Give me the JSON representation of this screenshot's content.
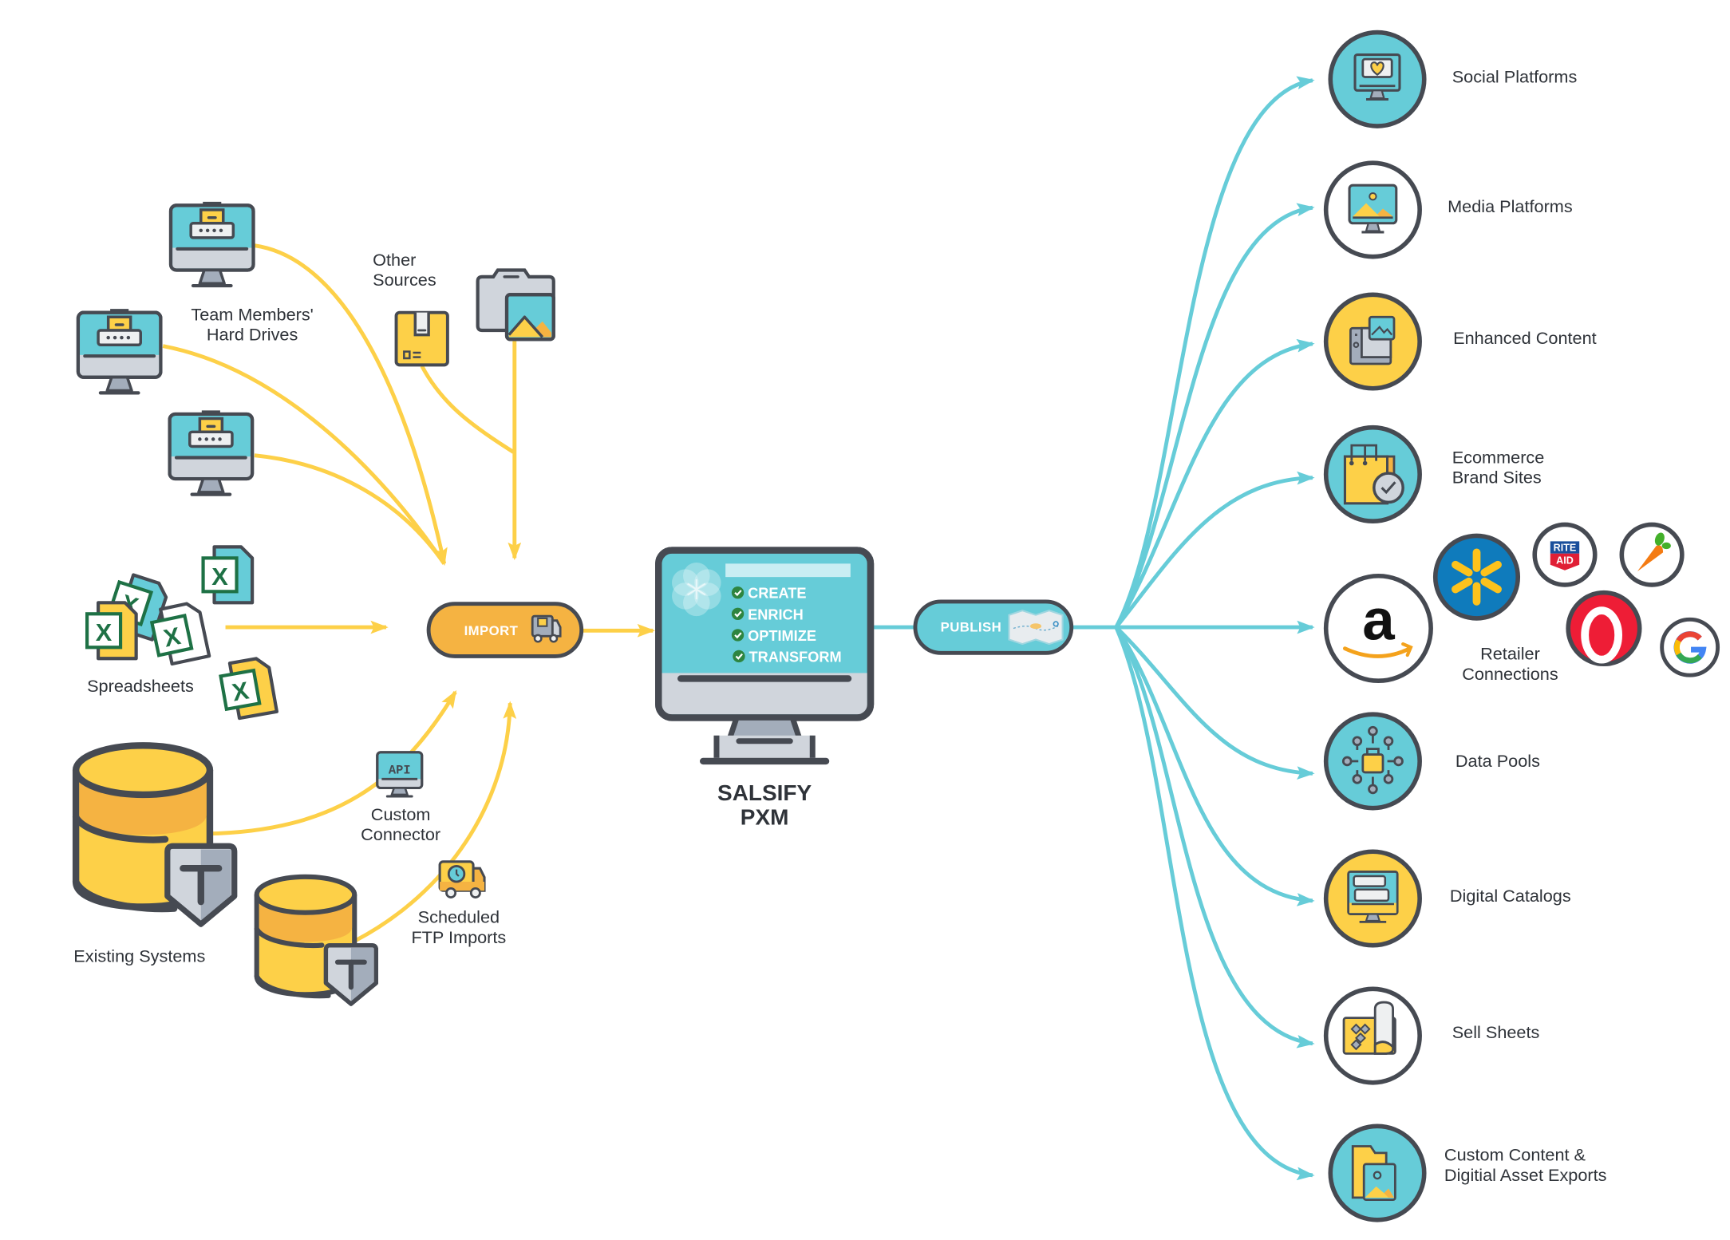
{
  "colors": {
    "yellow": "#fdd048",
    "orange": "#f5b342",
    "teal": "#66ccd8",
    "outline": "#464a52",
    "grey": "#d0d5dc",
    "grey_dark": "#a3adbb",
    "excel_green": "#1e7145",
    "flow_in": "#fdd048",
    "flow_out": "#66ccd8"
  },
  "sources": {
    "team_drives": {
      "label_line1": "Team Members'",
      "label_line2": "Hard Drives",
      "icon": "locked-computer-icon",
      "count": 3
    },
    "other_sources": {
      "label_line1": "Other",
      "label_line2": "Sources",
      "icons": [
        "package-box-icon",
        "camera-image-icon"
      ]
    },
    "spreadsheets": {
      "label": "Spreadsheets",
      "icon": "excel-file-icon",
      "count": 5,
      "glyph": "X"
    },
    "existing_systems": {
      "label": "Existing Systems",
      "icon": "database-icon",
      "count": 2,
      "badge_glyph": "T"
    },
    "custom_connector": {
      "label_line1": "Custom",
      "label_line2": "Connector",
      "icon": "api-computer-icon",
      "screen_text": "API"
    },
    "scheduled_ftp": {
      "label_line1": "Scheduled",
      "label_line2": "FTP Imports",
      "icon": "delivery-truck-clock-icon"
    }
  },
  "import_pill": {
    "label": "IMPORT",
    "icon": "delivery-truck-icon"
  },
  "hub": {
    "title_line1": "SALSIFY",
    "title_line2": "PXM",
    "steps": [
      "CREATE",
      "ENRICH",
      "OPTIMIZE",
      "TRANSFORM"
    ],
    "step_icon": "check-circle-icon",
    "logo": "flower-logo-icon"
  },
  "publish_pill": {
    "label": "PUBLISH",
    "icon": "map-icon"
  },
  "destinations": [
    {
      "label_line1": "Social Platforms",
      "label_line2": "",
      "icon": "social-heart-monitor-icon",
      "fill": "teal"
    },
    {
      "label_line1": "Media Platforms",
      "label_line2": "",
      "icon": "image-monitor-icon",
      "fill": "white"
    },
    {
      "label_line1": "Enhanced Content",
      "label_line2": "",
      "icon": "enhanced-content-icon",
      "fill": "yellow"
    },
    {
      "label_line1": "Ecommerce",
      "label_line2": "Brand Sites",
      "icon": "shopping-bag-check-icon",
      "fill": "teal"
    },
    {
      "label_line1": "Retailer",
      "label_line2": "Connections",
      "icon": "amazon-logo-icon",
      "fill": "white"
    },
    {
      "label_line1": "Data Pools",
      "label_line2": "",
      "icon": "network-lock-icon",
      "fill": "teal"
    },
    {
      "label_line1": "Digital Catalogs",
      "label_line2": "",
      "icon": "catalog-monitor-icon",
      "fill": "yellow"
    },
    {
      "label_line1": "Sell Sheets",
      "label_line2": "",
      "icon": "scroll-sheet-icon",
      "fill": "white"
    },
    {
      "label_line1": "Custom Content &",
      "label_line2": "Digitial Asset Exports",
      "icon": "image-folder-icon",
      "fill": "teal"
    }
  ],
  "retailers": [
    {
      "name": "walmart",
      "icon": "walmart-spark-icon"
    },
    {
      "name": "rite-aid",
      "icon": "rite-aid-logo-icon",
      "text_line1": "RITE",
      "text_line2": "AID"
    },
    {
      "name": "instacart",
      "icon": "carrot-icon"
    },
    {
      "name": "overstock",
      "icon": "overstock-logo-icon"
    },
    {
      "name": "google",
      "icon": "google-g-icon",
      "text": "G"
    }
  ],
  "amazon": {
    "text": "a"
  }
}
